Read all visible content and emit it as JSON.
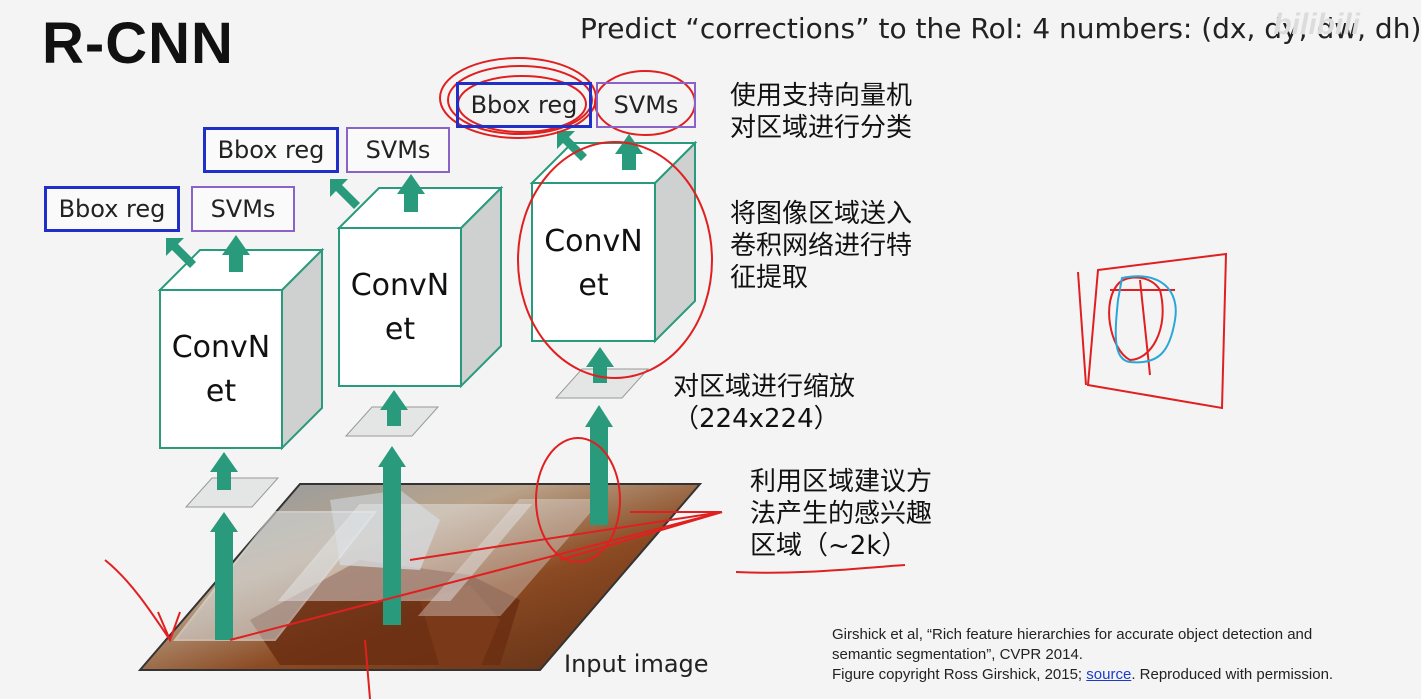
{
  "title": "R-CNN",
  "predict_text": "Predict “corrections” to the RoI: 4 numbers: (dx, dy, dw, dh)",
  "watermark": "bilibili",
  "pipelines": [
    {
      "bbox_label": "Bbox reg",
      "svm_label": "SVMs",
      "convnet_line1": "ConvN",
      "convnet_line2": "et"
    },
    {
      "bbox_label": "Bbox reg",
      "svm_label": "SVMs",
      "convnet_line1": "ConvN",
      "convnet_line2": "et"
    },
    {
      "bbox_label": "Bbox reg",
      "svm_label": "SVMs",
      "convnet_line1": "ConvN",
      "convnet_line2": "et"
    }
  ],
  "annotations": {
    "svm": [
      "使用支持向量机",
      "对区域进行分类"
    ],
    "convnet": [
      "将图像区域送入",
      "卷积网络进行特",
      "征提取"
    ],
    "resize": [
      "对区域进行缩放",
      "（224x224）"
    ],
    "proposal": [
      "利用区域建议方",
      "法产生的感兴趣",
      "区域（~2k）"
    ]
  },
  "input_label": "Input image",
  "reference": {
    "line1": "Girshick et al, “Rich feature hierarchies for accurate object detection and",
    "line2": "semantic segmentation”, CVPR 2014.",
    "line3_prefix": "Figure copyright Ross Girshick, 2015; ",
    "link_text": "source",
    "line3_suffix": ". Reproduced with permission."
  },
  "colors": {
    "arrow": "#2a9a7c",
    "bbox_border": "#1f2fc8",
    "svm_border": "#8a62c8",
    "ink": "#e02020"
  }
}
